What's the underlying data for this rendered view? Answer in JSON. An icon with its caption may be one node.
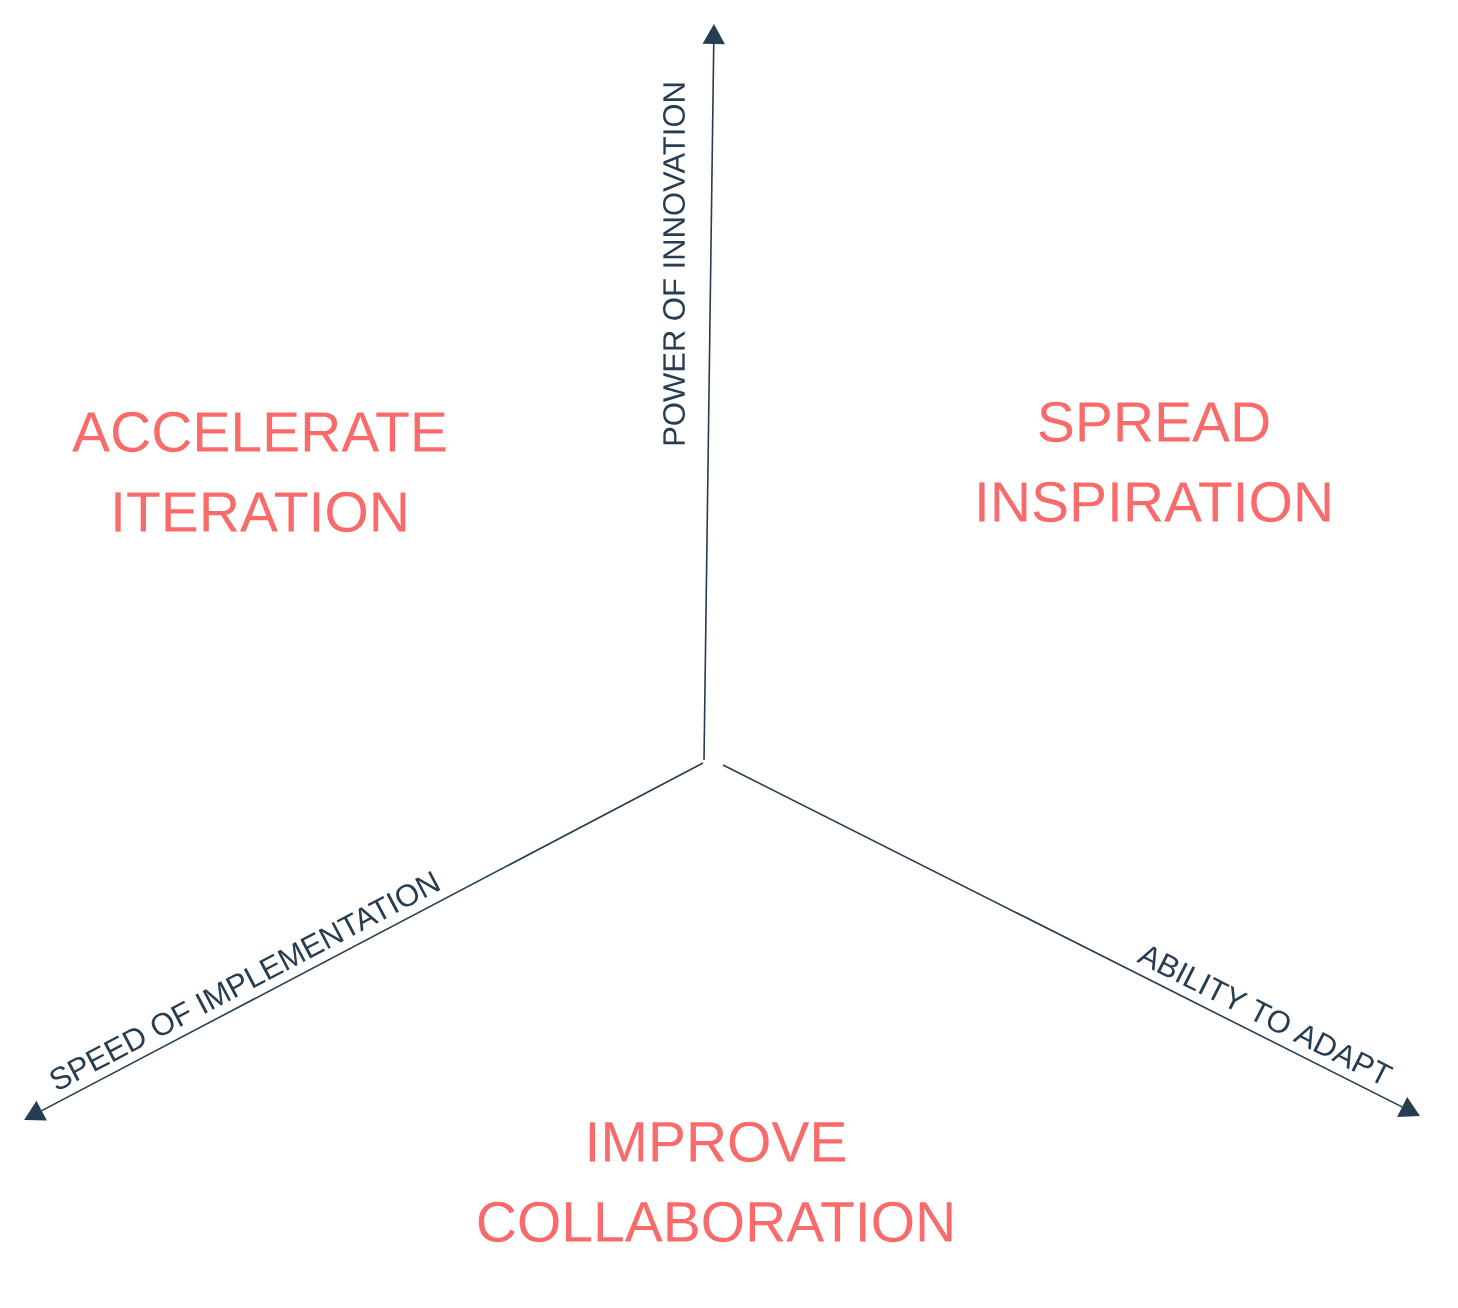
{
  "diagram": {
    "labels": [
      "POWER OF INNOVATION",
      "ACCELERATE ITERATION",
      "SPREAD INSPIRATION",
      "SPEED OF IMPLEMENTATION",
      "ABILITY TO ADAPT",
      "IMPROVE COLLABORATION"
    ]
  }
}
